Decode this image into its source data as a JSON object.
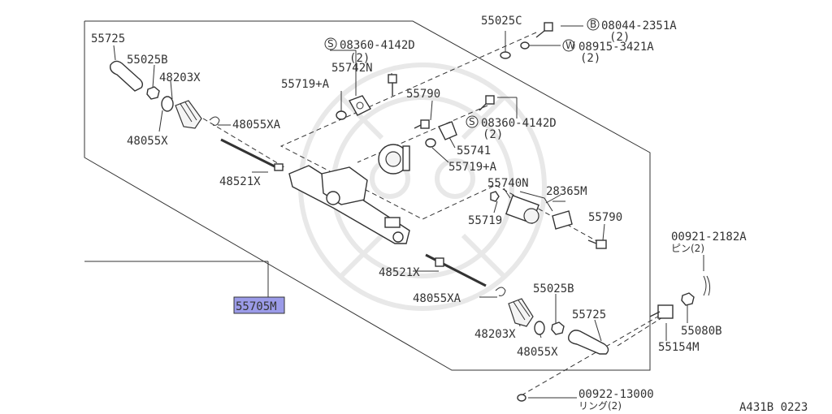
{
  "diagram": {
    "highlight_color": "#9b9be8",
    "highlight_part": "55705M",
    "footer_code": "A431B 0223",
    "labels": {
      "p55725_top": "55725",
      "p55025b_top": "55025B",
      "p48203x_top": "48203X",
      "p48055x_top": "48055X",
      "p48055xa_top": "48055XA",
      "p48521x_top": "48521X",
      "p55719a_top": "55719+A",
      "p55742n": "55742N",
      "p08360_top": "08360-4142D",
      "p08360_top_qty": "(2)",
      "p55025c": "55025C",
      "p08044": "08044-2351A",
      "p08044_qty": "(2)",
      "p08915": "08915-3421A",
      "p08915_qty": "(2)",
      "p55790_top": "55790",
      "p08360_mid": "08360-4142D",
      "p08360_mid_qty": "(2)",
      "p55741": "55741",
      "p55719a_mid": "55719+A",
      "p55740n": "55740N",
      "p28365m": "28365M",
      "p55719": "55719",
      "p55790_right": "55790",
      "p00921": "00921-2182A",
      "p00921_sub": "ピン(2)",
      "p48521x_bot": "48521X",
      "p48055xa_bot": "48055XA",
      "p55025b_bot": "55025B",
      "p55725_bot": "55725",
      "p48203x_bot": "48203X",
      "p48055x_bot": "48055X",
      "p55154m": "55154M",
      "p55080b": "55080B",
      "p00922": "00922-13000",
      "p00922_sub": "リング(2)",
      "p55705m_rest": "M"
    },
    "badges": {
      "s_top": "S",
      "b": "B",
      "w": "W",
      "s_mid": "S"
    }
  }
}
